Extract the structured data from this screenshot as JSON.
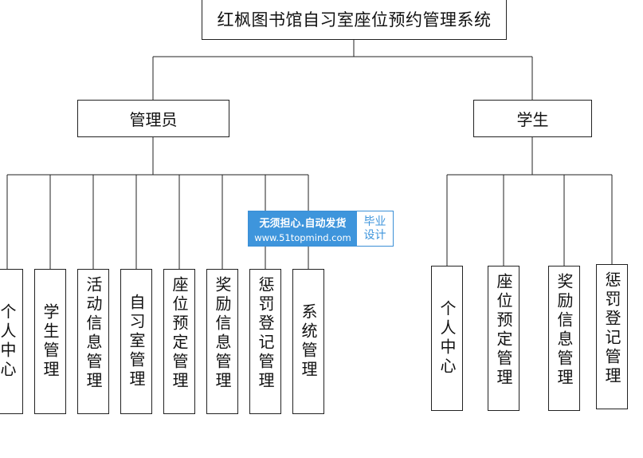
{
  "root": {
    "title": "红枫图书馆自习室座位预约管理系统"
  },
  "roles": [
    {
      "label": "管理员",
      "modules": [
        "个人中心",
        "学生管理",
        "活动信息管理",
        "自习室管理",
        "座位预定管理",
        "奖励信息管理",
        "惩罚登记管理",
        "系统管理"
      ]
    },
    {
      "label": "学生",
      "modules": [
        "个人中心",
        "座位预定管理",
        "奖励信息管理",
        "惩罚登记管理"
      ]
    }
  ],
  "watermark": {
    "line1": "无须担心.自动发货",
    "line2": "www.51topmind.com",
    "badge_line1": "毕业",
    "badge_line2": "设计",
    "color": "#3e95dc"
  }
}
